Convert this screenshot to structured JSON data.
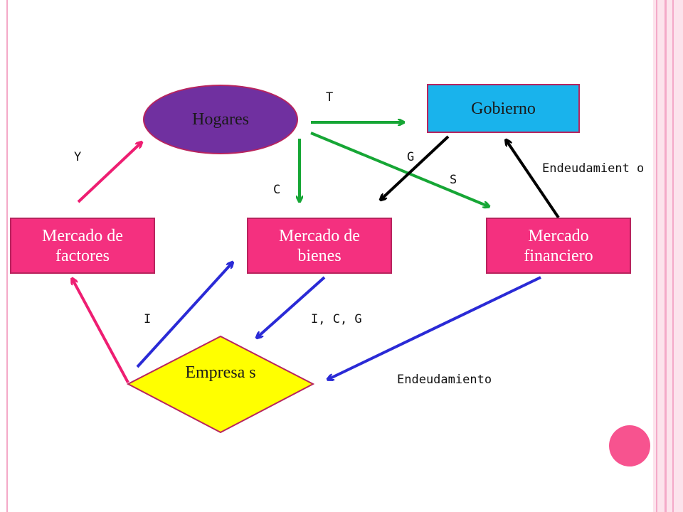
{
  "nodes": {
    "hogares": "Hogares",
    "gobierno": "Gobierno",
    "mercado_factores": "Mercado de factores",
    "mercado_bienes": "Mercado de bienes",
    "mercado_financiero": "Mercado financiero",
    "empresas": "Empresa s"
  },
  "labels": {
    "t": "T",
    "y": "Y",
    "g": "G",
    "s": "S",
    "c": "C",
    "endeudamiento_top": "Endeudamient o",
    "i": "I",
    "icg": "I, C, G",
    "endeudamiento_bottom": "Endeudamiento"
  },
  "colors": {
    "green": "#16a635",
    "black": "#000000",
    "blue": "#2a2ad6",
    "pink": "#ee1e72",
    "box_pink": "#f4307f",
    "oval_purple": "#7030a0",
    "gov_blue": "#19b3ec",
    "diamond_yellow": "#ffff00"
  }
}
